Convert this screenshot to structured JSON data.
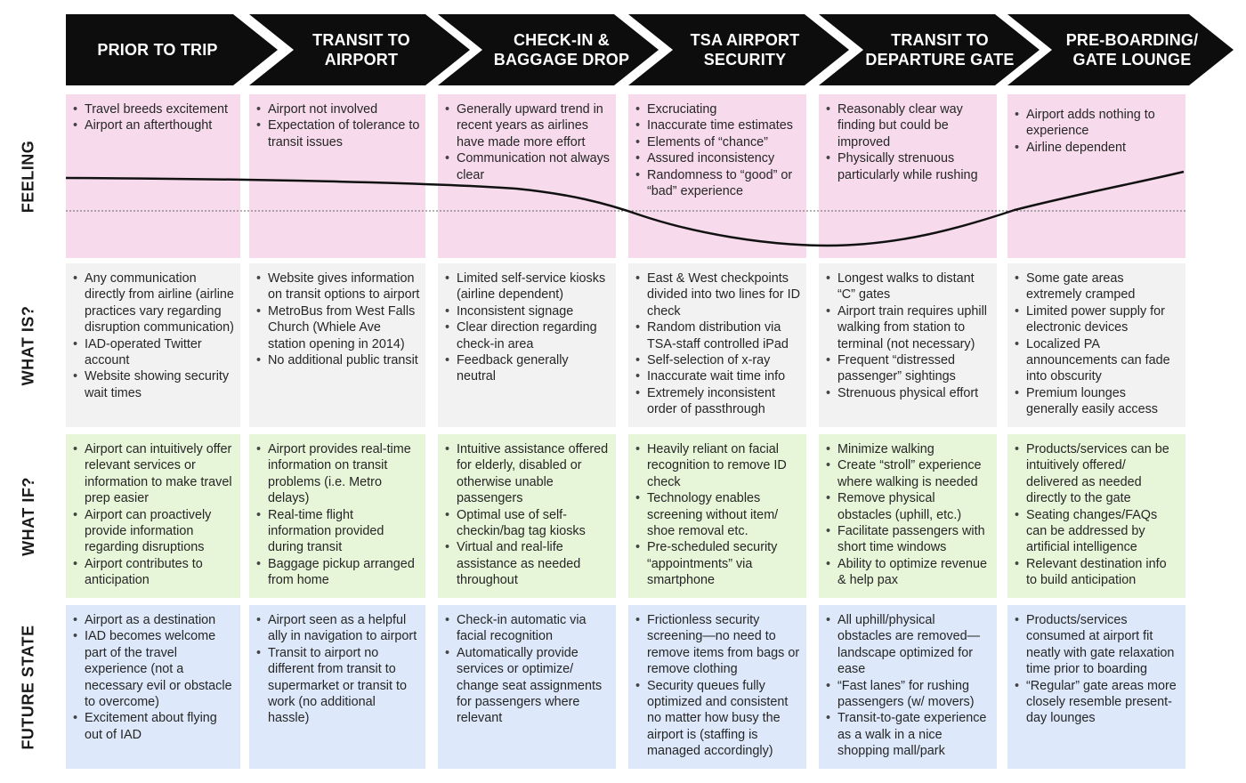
{
  "stages": [
    "PRIOR TO TRIP",
    "TRANSIT TO\nAIRPORT",
    "CHECK-IN &\nBAGGAGE DROP",
    "TSA AIRPORT\nSECURITY",
    "TRANSIT TO\nDEPARTURE GATE",
    "PRE-BOARDING/\nGATE LOUNGE"
  ],
  "rows": {
    "feeling": "FEELING",
    "whatis": "WHAT IS?",
    "whatif": "WHAT IF?",
    "future": "FUTURE STATE"
  },
  "feeling": [
    [
      "Travel breeds excitement",
      "Airport an afterthought"
    ],
    [
      "Airport not involved",
      "Expectation of tolerance to transit issues"
    ],
    [
      "Generally upward trend in recent years as airlines have made more effort",
      "Communication not always clear"
    ],
    [
      "Excruciating",
      "Inaccurate time estimates",
      "Elements of “chance”",
      "Assured inconsistency",
      "Randomness to “good” or “bad” experience"
    ],
    [
      "Reasonably clear way finding but could be improved",
      "Physically strenuous particularly while rushing"
    ],
    [
      "Airport adds nothing to experience",
      "Airline dependent"
    ]
  ],
  "whatis": [
    [
      "Any communication directly from airline (airline practices vary regarding disruption communication)",
      "IAD-operated Twitter account",
      "Website showing security wait times"
    ],
    [
      "Website gives information on transit options to airport",
      "MetroBus from West Falls Church (Whiele Ave station opening in 2014)",
      " No additional public transit"
    ],
    [
      "Limited self-service kiosks (airline dependent)",
      "Inconsistent signage",
      "Clear direction regarding check-in area",
      "Feedback generally neutral"
    ],
    [
      "East & West checkpoints divided into two lines for ID check",
      "Random distribution via TSA-staff controlled iPad",
      "Self-selection of x-ray",
      "Inaccurate wait time info",
      "Extremely inconsistent order of passthrough"
    ],
    [
      "Longest walks to distant “C” gates",
      "Airport train requires uphill walking from station to terminal (not necessary)",
      "Frequent “distressed passenger” sightings",
      "Strenuous physical effort"
    ],
    [
      "Some gate areas extremely cramped",
      "Limited power supply for electronic devices",
      "Localized PA announcements can fade into obscurity",
      "Premium lounges generally easily access"
    ]
  ],
  "whatif": [
    [
      "Airport can intuitively offer relevant services or information to make travel prep easier",
      "Airport can proactively provide information regarding disruptions",
      "Airport contributes to anticipation"
    ],
    [
      "Airport provides real-time information on transit problems (i.e. Metro delays)",
      "Real-time flight information provided during transit",
      "Baggage pickup arranged from home"
    ],
    [
      "Intuitive assistance offered for elderly, disabled or otherwise unable passengers",
      "Optimal use of self-checkin/bag tag kiosks",
      "Virtual and real-life assistance as needed throughout"
    ],
    [
      "Heavily reliant on facial recognition to remove ID check",
      "Technology enables screening without item/ shoe removal etc.",
      "Pre-scheduled security “appointments” via smartphone"
    ],
    [
      "Minimize walking",
      "Create “stroll” experience where walking is needed",
      "Remove physical obstacles (uphill, etc.)",
      "Facilitate passengers with short time windows",
      "Ability to optimize revenue & help pax"
    ],
    [
      "Products/services can be intuitively offered/ delivered as needed directly to the gate",
      "Seating changes/FAQs can be addressed by artificial intelligence",
      "Relevant destination info to build anticipation"
    ]
  ],
  "future": [
    [
      "Airport as a destination",
      "IAD becomes welcome part of the travel experience (not a necessary evil or obstacle to overcome)",
      "Excitement about flying out of IAD"
    ],
    [
      "Airport seen as a helpful ally in navigation to airport",
      "Transit to airport no different from transit to supermarket or transit to work (no additional hassle)"
    ],
    [
      "Check-in automatic via facial recognition",
      "Automatically provide services or optimize/ change seat assignments for passengers where relevant"
    ],
    [
      "Frictionless security screening—no need to remove items from bags or remove clothing",
      "Security queues fully optimized and consistent no matter how busy the airport is (staffing is managed accordingly)"
    ],
    [
      "All uphill/physical obstacles are removed—landscape optimized for ease",
      "“Fast lanes” for rushing passengers (w/ movers)",
      "Transit-to-gate experience as a walk in a nice shopping mall/park"
    ],
    [
      "Products/services consumed at airport fit neatly with gate relaxation time prior to boarding",
      "“Regular” gate areas more closely resemble present-day lounges"
    ]
  ],
  "colors": {
    "chevron": "#0d0d0d",
    "feeling": "#f7dbec",
    "whatis": "#f2f2f2",
    "whatif": "#e7f6d8",
    "future": "#dde9fb",
    "curve": "#111111"
  }
}
